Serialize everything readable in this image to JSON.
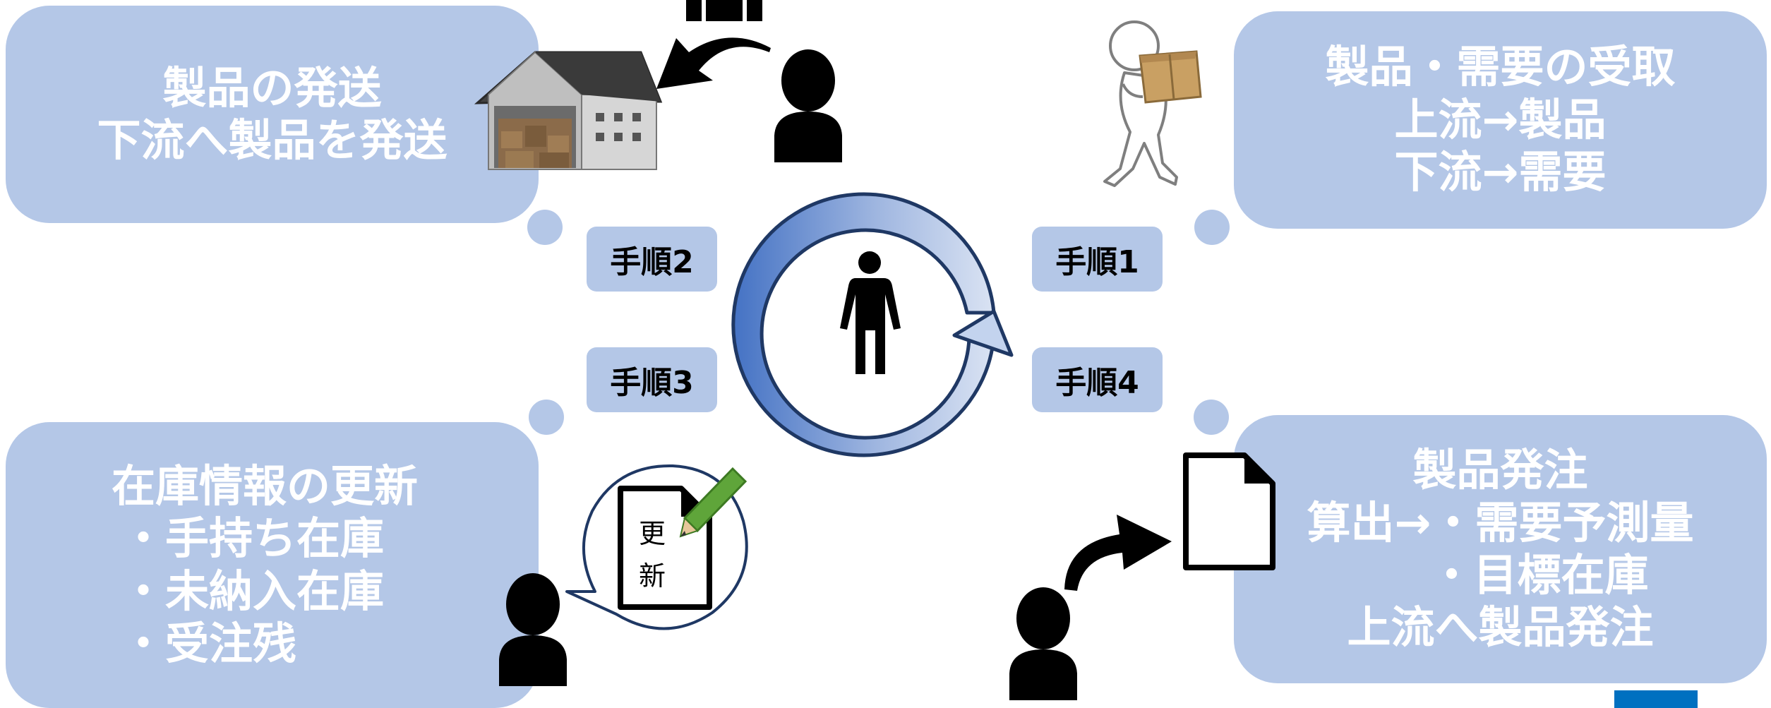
{
  "colors": {
    "panel": "#b4c7e7",
    "step_box": "#b4c7e7",
    "ring_dark": "#4472c4",
    "ring_light": "#dae3f3",
    "outline": "#1f3864",
    "text_light": "#ffffff",
    "text_dark": "#000000",
    "corner_mark": "#0070c0"
  },
  "panels": {
    "shipping": {
      "lines": [
        "製品の発送",
        "下流へ製品を発送"
      ]
    },
    "receiving": {
      "lines": [
        "製品・需要の受取",
        "上流→製品",
        "下流→需要"
      ]
    },
    "inventory_update": {
      "lines": [
        "在庫情報の更新",
        "・手持ち在庫",
        "・未納入在庫",
        "・受注残"
      ]
    },
    "ordering": {
      "lines": [
        "製品発注",
        "算出→・需要予測量",
        "・目標在庫",
        "上流へ製品発注"
      ]
    }
  },
  "steps": {
    "step1": "手順1",
    "step2": "手順2",
    "step3": "手順3",
    "step4": "手順4"
  },
  "memo": {
    "line1": "更",
    "line2": "新"
  },
  "icons": {
    "center": "person-icon",
    "warehouse": "warehouse-icon",
    "delivery": "delivery-person-icon",
    "document": "document-icon",
    "pencil": "pencil-icon"
  }
}
